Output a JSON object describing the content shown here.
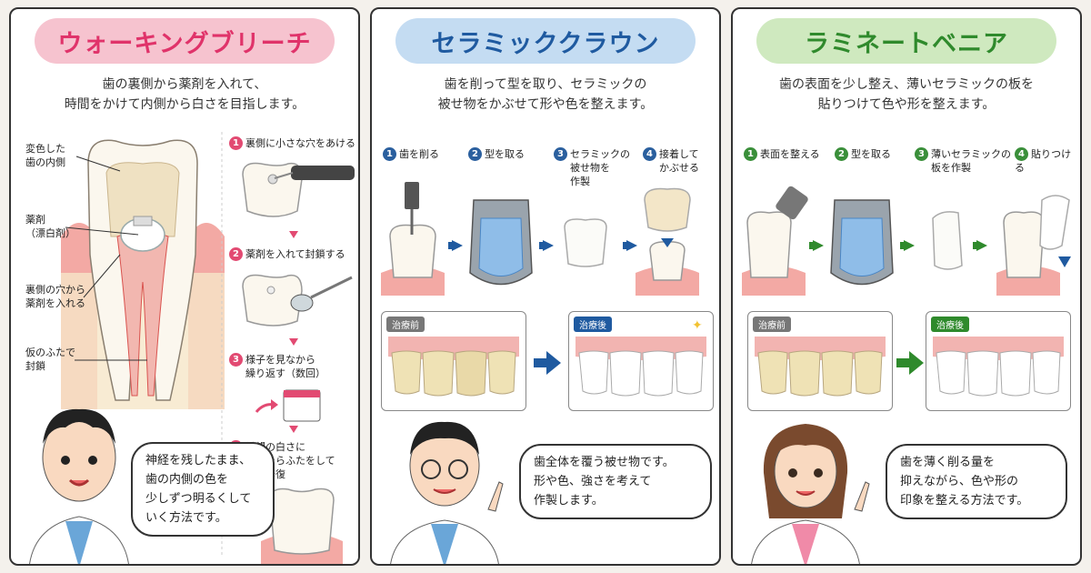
{
  "panels": [
    {
      "title": "ウォーキングブリーチ",
      "intro_line1": "歯の裏側から薬剤を入れて、",
      "intro_line2": "時間をかけて内側から白さを目指します。",
      "labels": [
        "変色した",
        "歯の内側",
        "薬剤",
        "（漂白剤）",
        "裏側の穴から",
        "薬剤を入れる",
        "仮のふたで",
        "封鎖"
      ],
      "steps": [
        {
          "num": "1",
          "line1": "裏側に小さな穴をあける"
        },
        {
          "num": "2",
          "line1": "薬剤を入れて封鎖する"
        },
        {
          "num": "3",
          "line1": "様子を見なから",
          "line2": "繰り返す（数回）"
        },
        {
          "num": "4",
          "line1": "希望の白さに",
          "line2": "なったらふたをして",
          "line3": "穴を修復"
        }
      ],
      "bubble": [
        "神経を残したまま、",
        "歯の内側の色を",
        "少しずつ明るくして",
        "いく方法です。"
      ],
      "accent": "#e0336a"
    },
    {
      "title": "セラミッククラウン",
      "intro_line1": "歯を削って型を取り、セラミックの",
      "intro_line2": "被せ物をかぶせて形や色を整えます。",
      "steps": [
        {
          "num": "1",
          "line1": "歯を削る"
        },
        {
          "num": "2",
          "line1": "型を取る"
        },
        {
          "num": "3",
          "line1": "セラミックの",
          "line2": "被せ物を",
          "line3": "作製"
        },
        {
          "num": "4",
          "line1": "接着して",
          "line2": "かぶせる"
        }
      ],
      "before": "治療前",
      "after": "治療後",
      "bubble": [
        "歯全体を覆う被せ物です。",
        "形や色、強さを考えて",
        "作製します。"
      ],
      "accent": "#1f5aa0"
    },
    {
      "title": "ラミネートベニア",
      "intro_line1": "歯の表面を少し整え、薄いセラミックの板を",
      "intro_line2": "貼りつけて色や形を整えます。",
      "steps": [
        {
          "num": "1",
          "line1": "表面を整える"
        },
        {
          "num": "2",
          "line1": "型を取る"
        },
        {
          "num": "3",
          "line1": "薄いセラミックの",
          "line2": "板を作製"
        },
        {
          "num": "4",
          "line1": "貼りつける"
        }
      ],
      "before": "治療前",
      "after": "治療後",
      "bubble": [
        "歯を薄く削る量を",
        "抑えながら、色や形の",
        "印象を整える方法です。"
      ],
      "accent": "#2f8a2c"
    }
  ]
}
